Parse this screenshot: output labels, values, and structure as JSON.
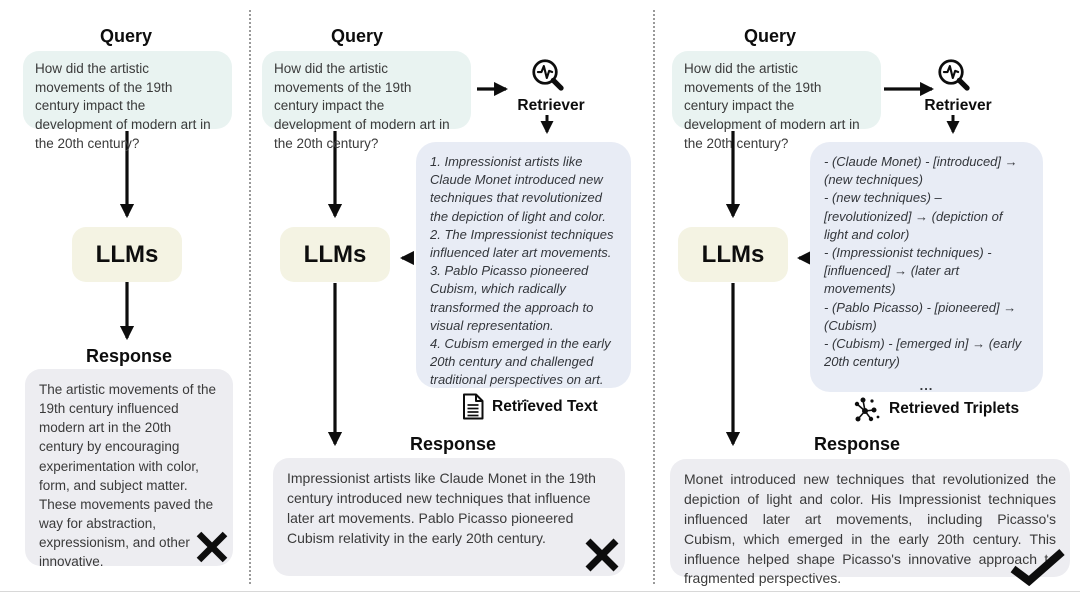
{
  "ui": {
    "query_label": "Query",
    "response_label": "Response",
    "llms_label": "LLMs",
    "retriever_label": "Retriever",
    "ellipsis": "..."
  },
  "query_text": "How did the artistic movements of the 19th century impact the development of modern art in the 20th century?",
  "col1": {
    "response": "The artistic movements of the 19th century influenced modern art in the 20th century by encouraging experimentation with color, form, and subject matter. These movements paved the way for abstraction, expressionism, and other innovative.",
    "verdict": "incorrect"
  },
  "col2": {
    "retrieved_title": "Retrieved Text",
    "retrieved_items": [
      "1. Impressionist artists like Claude Monet introduced new techniques that revolutionized the depiction of light and color.",
      "2. The Impressionist techniques influenced later art movements.",
      "3. Pablo Picasso pioneered Cubism, which radically transformed the approach to visual representation.",
      "4. Cubism emerged in the early 20th century and challenged traditional perspectives on art."
    ],
    "response": "Impressionist artists like Claude Monet in the 19th century introduced new techniques that influence later art movements. Pablo Picasso pioneered Cubism relativity in the early 20th century.",
    "verdict": "incorrect"
  },
  "col3": {
    "retrieved_title": "Retrieved Triplets",
    "retrieved_items": [
      "- (Claude Monet) - [introduced] → (new techniques)",
      "- (new techniques) – [revolutionized] → (depiction of light and color)",
      "- (Impressionist techniques) - [influenced] → (later art movements)",
      "- (Pablo Picasso) - [pioneered] → (Cubism)",
      "- (Cubism) - [emerged in] → (early 20th century)"
    ],
    "response": "Monet introduced new techniques that revolutionized the depiction of light and color. His Impressionist techniques influenced later art movements, including Picasso's Cubism, which emerged in the early 20th century. This influence helped shape Picasso's innovative approach to fragmented perspectives.",
    "verdict": "correct"
  },
  "colors": {
    "query_bubble": "#e9f3f1",
    "llms_box": "#f4f3e3",
    "retrieved_bubble": "#e8ecf5",
    "response_bubble": "#ededf1",
    "ink": "#0d0d0d"
  }
}
